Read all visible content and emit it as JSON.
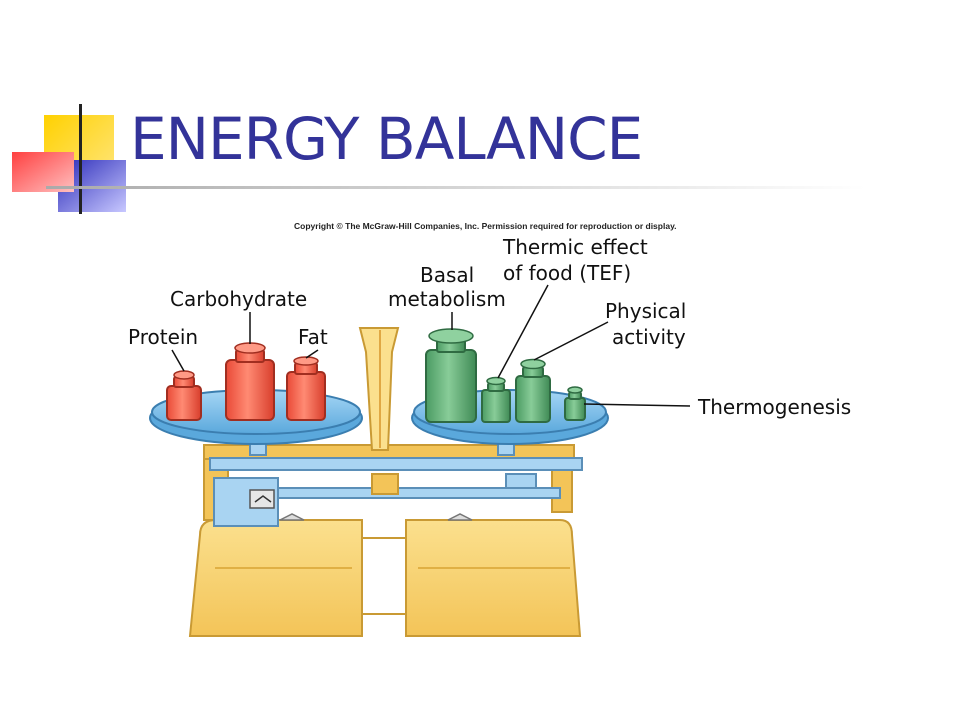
{
  "slide": {
    "title": "ENERGY BALANCE",
    "title_color": "#333399"
  },
  "figure": {
    "copyright": "Copyright © The McGraw-Hill Companies, Inc. Permission required for reproduction or display.",
    "intake_labels": {
      "protein": "Protein",
      "carbohydrate": "Carbohydrate",
      "fat": "Fat"
    },
    "expenditure_labels": {
      "basal_line1": "Basal",
      "basal_line2": "metabolism",
      "tef_line1": "Thermic effect",
      "tef_line2": "of food (TEF)",
      "physical_line1": "Physical",
      "physical_line2": "activity",
      "thermogenesis": "Thermogenesis"
    },
    "colors": {
      "intake_weights": "#f0644e",
      "expenditure_weights": "#5fae76",
      "pans": "#8cc7ee",
      "scale_body": "#f7d47a"
    }
  }
}
